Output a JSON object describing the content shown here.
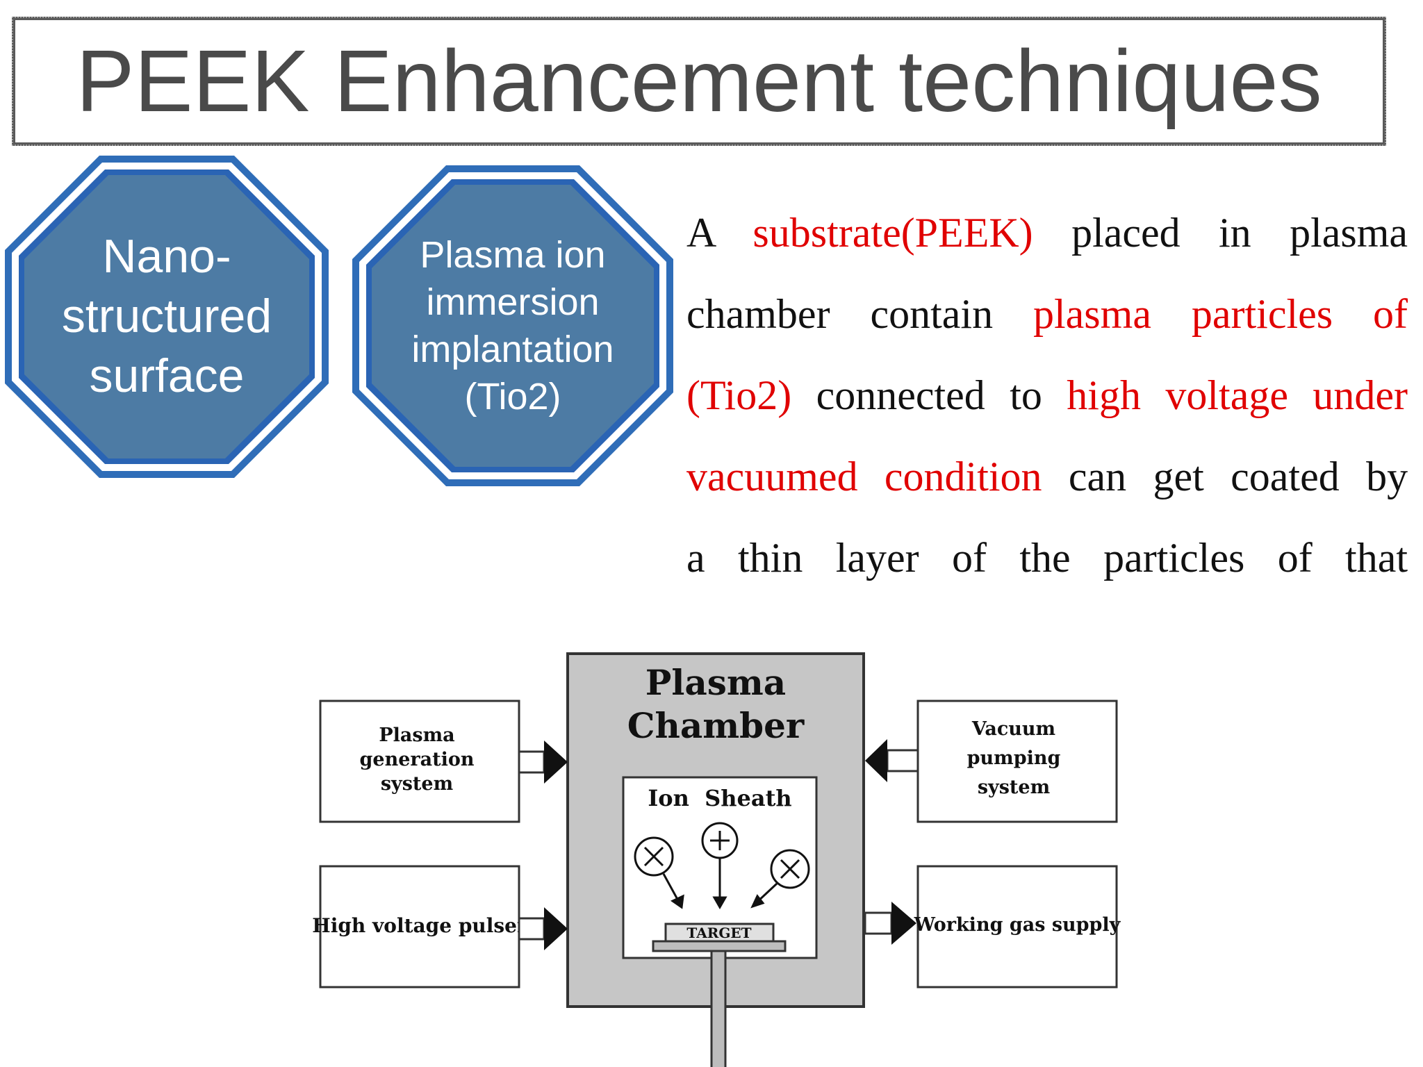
{
  "title": "PEEK Enhancement techniques",
  "octagons": [
    {
      "lines": [
        "Nano-",
        "structured",
        "surface"
      ]
    },
    {
      "lines": [
        "Plasma ion",
        "immersion",
        "implantation",
        "(Tio2)"
      ]
    }
  ],
  "paragraph": {
    "lines": [
      [
        {
          "t": "A",
          "red": false
        },
        {
          "t": "substrate(PEEK)",
          "red": true
        },
        {
          "t": "placed",
          "red": false
        },
        {
          "t": "in",
          "red": false
        },
        {
          "t": "plasma",
          "red": false
        }
      ],
      [
        {
          "t": "chamber",
          "red": false
        },
        {
          "t": "contain",
          "red": false
        },
        {
          "t": "plasma",
          "red": true
        },
        {
          "t": "particles",
          "red": true
        },
        {
          "t": "of",
          "red": true
        }
      ],
      [
        {
          "t": "(Tio2)",
          "red": true
        },
        {
          "t": "connected to",
          "red": false
        },
        {
          "t": "high voltage under",
          "red": true
        }
      ],
      [
        {
          "t": "vacuumed condition",
          "red": true
        },
        {
          "t": "can",
          "red": false
        },
        {
          "t": "get",
          "red": false
        },
        {
          "t": "coated",
          "red": false
        },
        {
          "t": "by",
          "red": false
        }
      ],
      [
        {
          "t": "a",
          "red": false
        },
        {
          "t": "thin",
          "red": false
        },
        {
          "t": "layer",
          "red": false
        },
        {
          "t": "of",
          "red": false
        },
        {
          "t": "the",
          "red": false
        },
        {
          "t": "particles",
          "red": false
        },
        {
          "t": "of",
          "red": false
        },
        {
          "t": "that",
          "red": false
        }
      ]
    ]
  },
  "diagram": {
    "chamber_title": [
      "Plasma",
      "Chamber"
    ],
    "ion_sheath": "Ion  Sheath",
    "target": "TARGET",
    "plasma_generation": [
      "Plasma",
      "generation",
      "system"
    ],
    "high_voltage": "High voltage pulser",
    "vacuum": [
      "Vacuum",
      "pumping",
      "system"
    ],
    "working_gas": "Working gas supply"
  },
  "colors": {
    "octagon_fill": "#4d7ba4",
    "octagon_border": "#2a64b4",
    "highlight_text": "#e00000"
  }
}
